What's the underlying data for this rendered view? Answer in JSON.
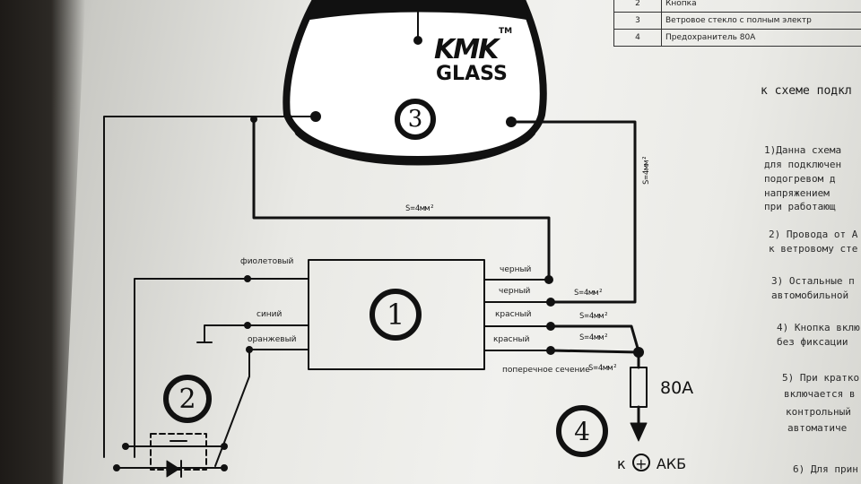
{
  "legend_table": {
    "rows": [
      {
        "num": "2",
        "text": "Кнопка"
      },
      {
        "num": "3",
        "text": "Ветровое стекло с полным электр"
      },
      {
        "num": "4",
        "text": "Предохранитель 80А"
      }
    ]
  },
  "logo": {
    "brand": "KMK",
    "sub": "GLASS",
    "tm": "TM"
  },
  "components": {
    "relay": "1",
    "button": "2",
    "windshield": "3",
    "fuse": "4"
  },
  "wires": {
    "left": [
      "фиолетовый",
      "синий",
      "оранжевый"
    ],
    "right": [
      "черный",
      "черный",
      "красный",
      "красный"
    ],
    "cross_section_caption": "поперечное сечение",
    "spec": "S=4мм²"
  },
  "fuse_rating": "80А",
  "battery": {
    "prefix": "к",
    "symbol": "+",
    "label": "АКБ"
  },
  "notes": {
    "heading": "к схеме подкл",
    "lines": [
      "1)Данна схема",
      "для подключен",
      "подогревом д",
      "напряжением",
      "при работающ",
      "2) Провода от А",
      "к ветровому сте",
      "3) Остальные п",
      "автомобильной",
      "4) Кнопка вклю",
      "без фиксации",
      "5) При кратко",
      "включается в",
      "контрольный",
      "автоматиче",
      "6) Для прин"
    ]
  },
  "colors": {
    "ink": "#111111",
    "paper": "#eeeeea",
    "shadow": "#2a2622"
  }
}
